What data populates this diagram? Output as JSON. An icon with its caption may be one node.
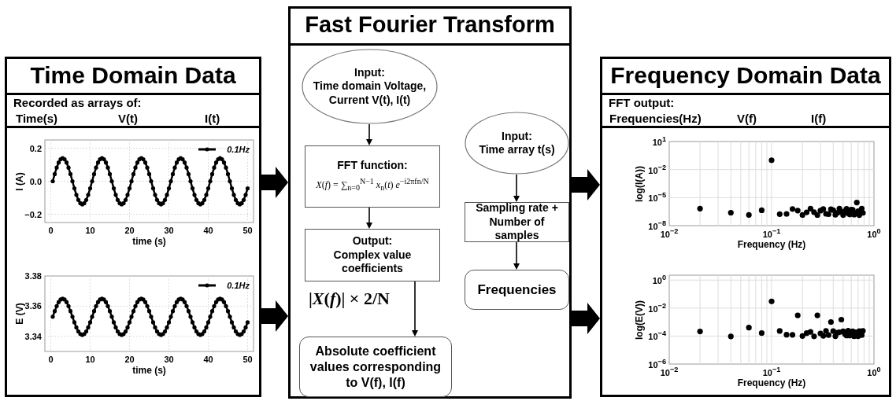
{
  "diagram": {
    "nodes": [
      {
        "text": [
          "Time Domain Data",
          "Recorded as arrays of:"
        ]
      },
      {
        "text": [],
        "shape": "box",
        "in": 0
      },
      {
        "text": [
          "Fast Fourier Transform"
        ]
      },
      {
        "text": [
          "Input:",
          "Time domain Voltage, Current V(t), I(t)"
        ],
        "in": 2
      },
      {
        "text": [
          "FFT function:",
          "*X*(*f*) = ∑$_{n=0}$$^{N−1}$ *x*$_{n}$(*t*) *e*$^{−i2πfn/N}$"
        ],
        "in": 2
      },
      {
        "text": [
          "Output:",
          "Complex value coefficients"
        ],
        "in": 2
      },
      {
        "text": [
          "Absolute coefficient values corresponding to V(f), I(f)"
        ],
        "in": 2
      },
      {
        "text": [
          "Input:",
          "Time array t(s)"
        ],
        "in": 2
      },
      {
        "text": [
          "Sampling rate + Number of samples"
        ],
        "in": 2
      },
      {
        "text": [
          "Frequencies"
        ],
        "in": 2
      },
      {
        "text": [
          "Frequency Domain Data",
          "FFT output:"
        ]
      },
      {
        "text": [],
        "shape": "box",
        "in": 10
      }
    ],
    "edges": [
      {
        "from": 3,
        "to": 4,
        "arrow": "to"
      },
      {
        "from": 4,
        "to": 5,
        "arrow": "to"
      },
      {
        "from": 5,
        "to": 6,
        "arrow": "to",
        "label": "|*X*(*f*)| × **2/N**"
      },
      {
        "from": 7,
        "to": 8,
        "arrow": "to"
      },
      {
        "from": 8,
        "to": 9,
        "arrow": "to"
      },
      {
        "from": 1,
        "to": 2,
        "arrow": "to",
        "style": "thick"
      },
      {
        "from": 1,
        "to": 2,
        "arrow": "to",
        "style": "thick"
      },
      {
        "from": 2,
        "to": 11,
        "arrow": "to",
        "style": "thick"
      },
      {
        "from": 2,
        "to": 11,
        "arrow": "to",
        "style": "thick"
      }
    ],
    "labels": [
      "Time(s)",
      "V(t)",
      "I(t)",
      "0.2",
      "0.0",
      "−0.2",
      "0",
      "10",
      "20",
      "30",
      "40",
      "50",
      "time (s)",
      "I (A)",
      "0.1Hz",
      "3.38",
      "3.36",
      "3.34",
      "0",
      "10",
      "20",
      "30",
      "40",
      "50",
      "time (s)",
      "E (V)",
      "0.1Hz",
      "Frequencies(Hz)",
      "V(f)",
      "I(f)",
      "10$^{1}$",
      "10$^{−2}$",
      "10$^{−5}$",
      "10$^{−8}$",
      "10$^{−2}$",
      "10$^{−1}$",
      "10$^{0}$",
      "Frequency (Hz)",
      "log(I(A))",
      "10$^{0}$",
      "10$^{−2}$",
      "10$^{−4}$",
      "10$^{−6}$",
      "10$^{−2}$",
      "10$^{−1}$",
      "10$^{0}$",
      "Frequency (Hz)",
      "log(E(V))"
    ]
  }
}
